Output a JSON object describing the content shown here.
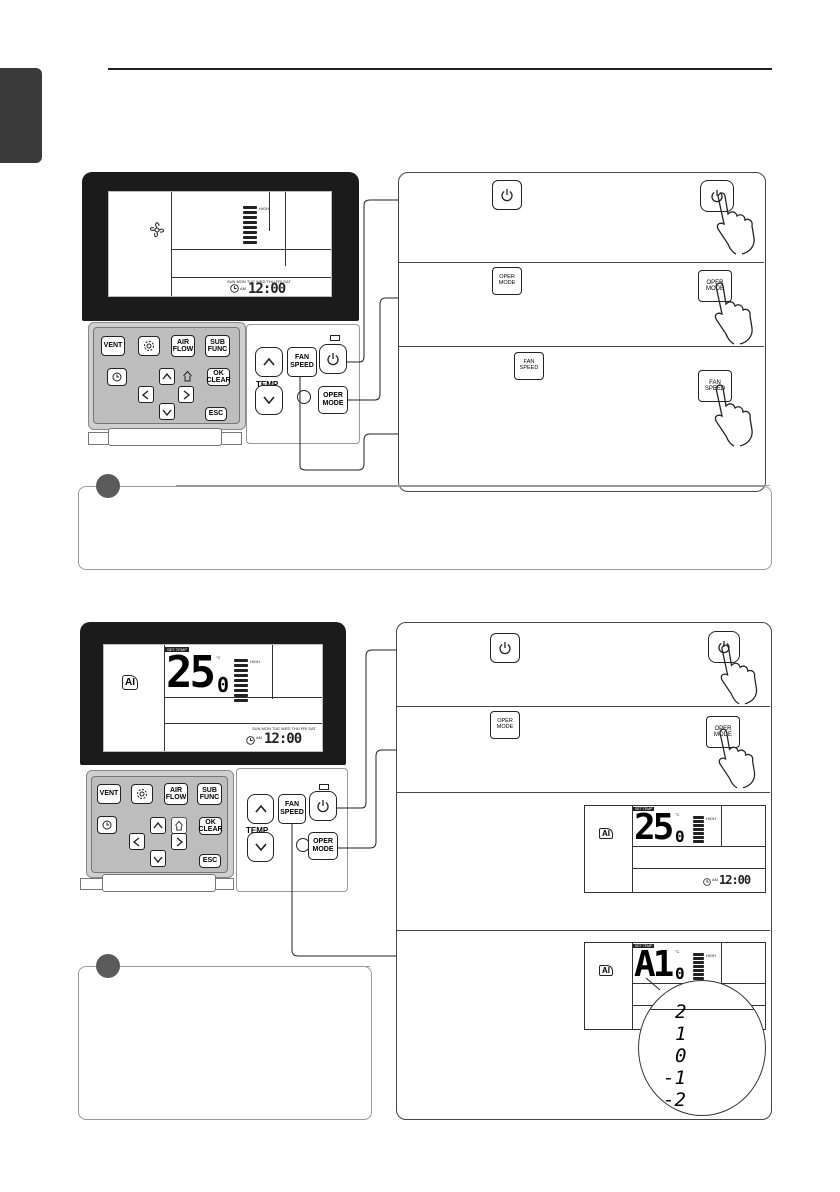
{
  "colors": {
    "tab": "#3a3a3a",
    "remote_body": "#1b1b1b",
    "keypad": "#cfcfcf",
    "note_dot": "#5a5a5a"
  },
  "top_remote": {
    "lcd": {
      "fan_level_label": "HIGH",
      "weekdays": "SUN MON TUE WED THU FRI SAT",
      "am": "AM",
      "time": "12:00"
    },
    "keys": {
      "vent": "VENT",
      "air_flow": "AIR FLOW",
      "sub_func": "SUB FUNC",
      "ok_clear": "OK CLEAR",
      "esc": "ESC"
    },
    "right_keys": {
      "fan_speed": "FAN SPEED",
      "temp": "TEMP",
      "oper_mode": "OPER MODE"
    }
  },
  "top_callouts": {
    "oper_mode_icon": "OPER MODE",
    "fan_speed_icon": "FAN SPEED",
    "oper_mode_finger": "OPER MODE",
    "fan_speed_finger": "FAN SPEED"
  },
  "bottom_remote": {
    "lcd": {
      "set_temp_tag": "SET TEMP",
      "temp_value": "25",
      "temp_decimal": "0",
      "unit": "°C",
      "fan_level_label": "HIGH",
      "weekdays": "SUN MON TUE WED THU FRI SAT",
      "am": "AM",
      "time": "12:00",
      "mode_icon": "AI"
    },
    "keys": {
      "vent": "VENT",
      "air_flow": "AIR FLOW",
      "sub_func": "SUB FUNC",
      "ok_clear": "OK CLEAR",
      "esc": "ESC"
    },
    "right_keys": {
      "fan_speed": "FAN SPEED",
      "temp": "TEMP",
      "oper_mode": "OPER MODE"
    }
  },
  "bottom_callouts": {
    "oper_mode_icon": "OPER MODE",
    "oper_mode_finger": "OPER MODE",
    "display1": {
      "set_temp_tag": "SET TEMP",
      "temp_value": "25",
      "temp_decimal": "0",
      "unit": "°C",
      "fan_level_label": "HIGH",
      "am": "AM",
      "time": "12:00",
      "mode_icon": "AI"
    },
    "display2": {
      "set_temp_tag": "SET TEMP",
      "temp_value": "A1",
      "temp_decimal": "0",
      "unit": "°C",
      "fan_level_label": "HIGH",
      "mode_icon": "AI",
      "levels": [
        "2",
        "1",
        "0",
        "-1",
        "-2"
      ]
    }
  }
}
